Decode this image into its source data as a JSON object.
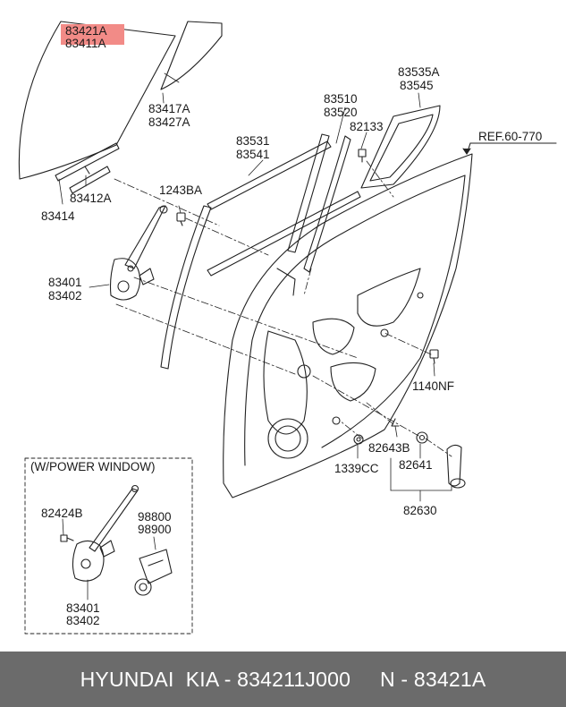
{
  "diagram": {
    "part_labels": {
      "l_83421a": "83421A",
      "l_83411a": "83411A",
      "l_83417a": "83417A",
      "l_83427a": "83427A",
      "l_83414": "83414",
      "l_83412a": "83412A",
      "l_1243ba": "1243BA",
      "l_83401": "83401",
      "l_83402": "83402",
      "l_83531": "83531",
      "l_83541": "83541",
      "l_83510": "83510",
      "l_83520": "83520",
      "l_82133": "82133",
      "l_83535a": "83535A",
      "l_83545": "83545",
      "l_ref": "REF.60-770",
      "l_1140nf": "1140NF",
      "l_82643b": "82643B",
      "l_1339cc": "1339CC",
      "l_82641": "82641",
      "l_82630": "82630",
      "l_82424b": "82424B",
      "l_98800": "98800",
      "l_98900": "98900",
      "l_83401b": "83401",
      "l_83402b": "83402"
    },
    "power_window_box_title": "(W/POWER WINDOW)",
    "highlight_color": "#f28b87"
  },
  "footer": {
    "text": "HYUNDAI  KIA - 834211J000     N - 83421A"
  }
}
